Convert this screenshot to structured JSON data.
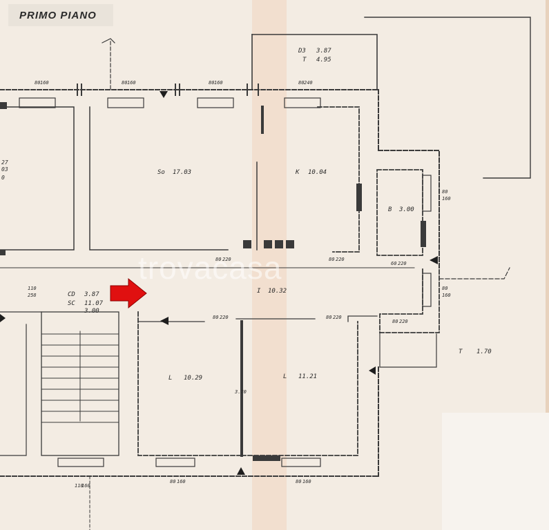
{
  "title": "PRIMO PIANO",
  "watermark": "trovacasa",
  "colors": {
    "paper": "#f3ece3",
    "line": "#3a3a3a",
    "arrow": "#e01010",
    "fold": "#f0c8a8"
  },
  "rooms": [
    {
      "id": "d3",
      "code": "D3",
      "value": "3.87"
    },
    {
      "id": "t-top",
      "code": "T",
      "value": "4.95"
    },
    {
      "id": "soggiorno",
      "code": "So",
      "value": "17.03"
    },
    {
      "id": "kitchen",
      "code": "K",
      "value": "10.04"
    },
    {
      "id": "bathroom",
      "code": "B",
      "value": "3.00"
    },
    {
      "id": "hall",
      "code": "I",
      "value": "10.32"
    },
    {
      "id": "cd",
      "code": "CD",
      "value": "3.87"
    },
    {
      "id": "sc",
      "code": "SC",
      "value": "11.07"
    },
    {
      "id": "bed-left",
      "code": "L",
      "value": "10.29"
    },
    {
      "id": "bed-right",
      "code": "L",
      "value": "11.21"
    },
    {
      "id": "terrace",
      "code": "T",
      "value": "1.70"
    }
  ],
  "sc_extra": "3.00",
  "edge_labels": [
    "27",
    "03",
    "0"
  ],
  "windows": [
    {
      "id": "w-top-1",
      "w": "80",
      "h": "160"
    },
    {
      "id": "w-top-2",
      "w": "80",
      "h": "160"
    },
    {
      "id": "w-top-3",
      "w": "80",
      "h": "160"
    },
    {
      "id": "w-top-4",
      "w": "80",
      "h": "240"
    },
    {
      "id": "w-right-1",
      "w": "80",
      "h": "160"
    },
    {
      "id": "w-right-2",
      "w": "80",
      "h": "160"
    },
    {
      "id": "w-bottom-1",
      "w": "110",
      "h": "160"
    },
    {
      "id": "w-bottom-2",
      "w": "80",
      "h": "160"
    },
    {
      "id": "w-bottom-3",
      "w": "80",
      "h": "160"
    }
  ],
  "doors": [
    {
      "id": "d-left",
      "w": "110",
      "h": "258"
    },
    {
      "id": "d-so",
      "w": "80",
      "h": "220"
    },
    {
      "id": "d-k",
      "w": "80",
      "h": "220"
    },
    {
      "id": "d-b",
      "w": "60",
      "h": "220"
    },
    {
      "id": "d-l1",
      "w": "80",
      "h": "220"
    },
    {
      "id": "d-l2",
      "w": "80",
      "h": "220"
    },
    {
      "id": "d-t",
      "w": "80",
      "h": "220"
    }
  ],
  "wall_dim": "3.70"
}
